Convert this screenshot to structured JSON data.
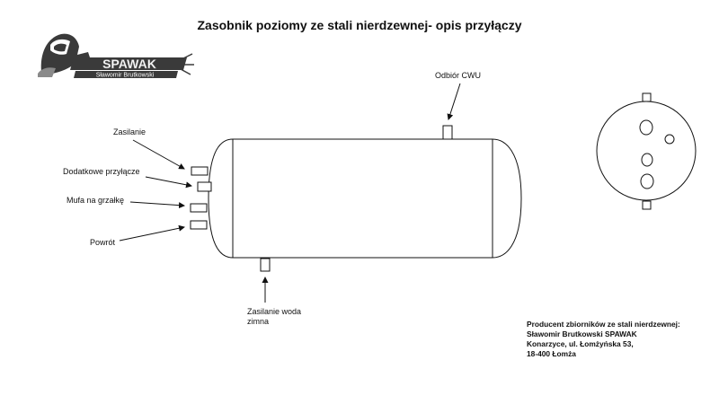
{
  "title": "Zasobnik poziomy ze stali nierdzewnej- opis przyłączy",
  "logo": {
    "brand": "SPAWAK",
    "owner": "Sławomir Brutkowski",
    "icon": "welder-helmet-icon"
  },
  "labels": {
    "odbior_cwu": "Odbiór CWU",
    "zasilanie": "Zasilanie",
    "dodatkowe": "Dodatkowe przyłącze",
    "mufa": "Mufa na grzałkę",
    "powrot": "Powrót",
    "zasilanie_woda_line1": "Zasilanie woda",
    "zasilanie_woda_line2": "zimna"
  },
  "producer": {
    "line1": "Producent zbiorników ze stali nierdzewnej:",
    "line2": "Sławomir Brutkowski SPAWAK",
    "line3": "Konarzyce, ul. Łomżyńska 53,",
    "line4": "18-400 Łomża"
  },
  "colors": {
    "line": "#111111",
    "logo_dark": "#3a3a3a",
    "logo_mid": "#8a8a8a"
  }
}
